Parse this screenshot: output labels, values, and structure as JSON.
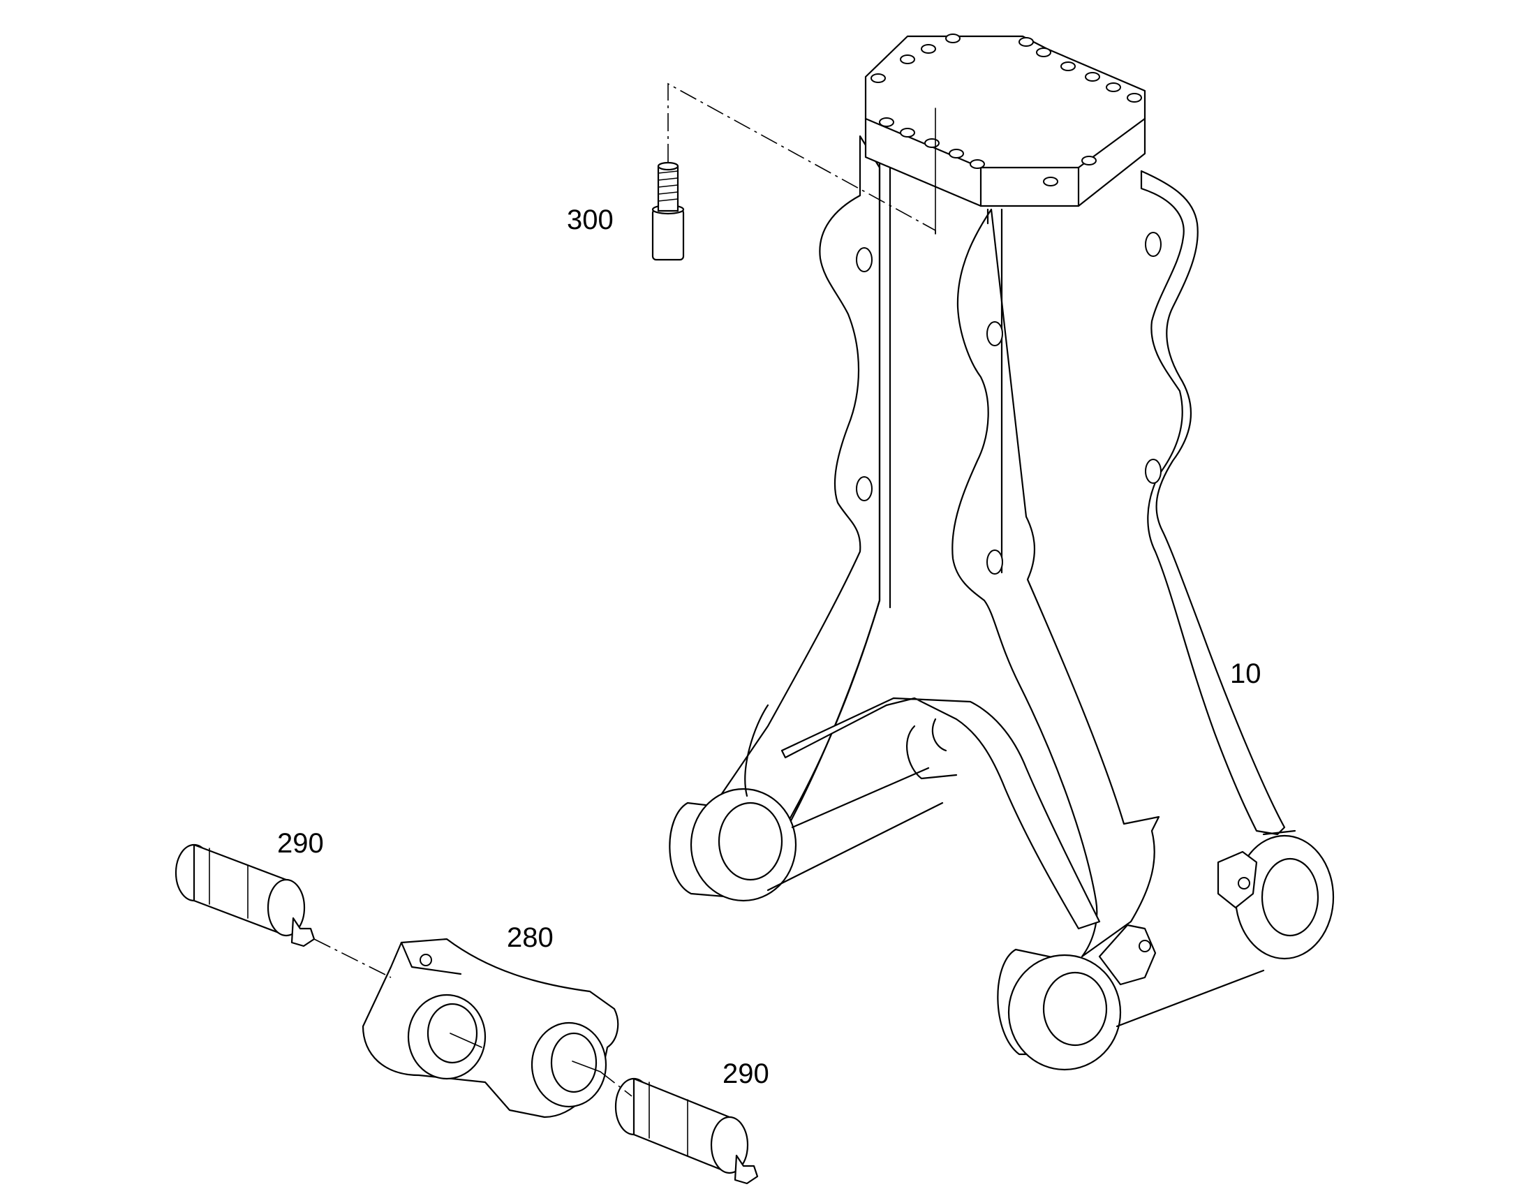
{
  "callouts": {
    "part_10": "10",
    "part_280": "280",
    "part_290_upper": "290",
    "part_290_lower": "290",
    "part_300": "300"
  },
  "colors": {
    "line": "#000000",
    "background": "#ffffff"
  }
}
